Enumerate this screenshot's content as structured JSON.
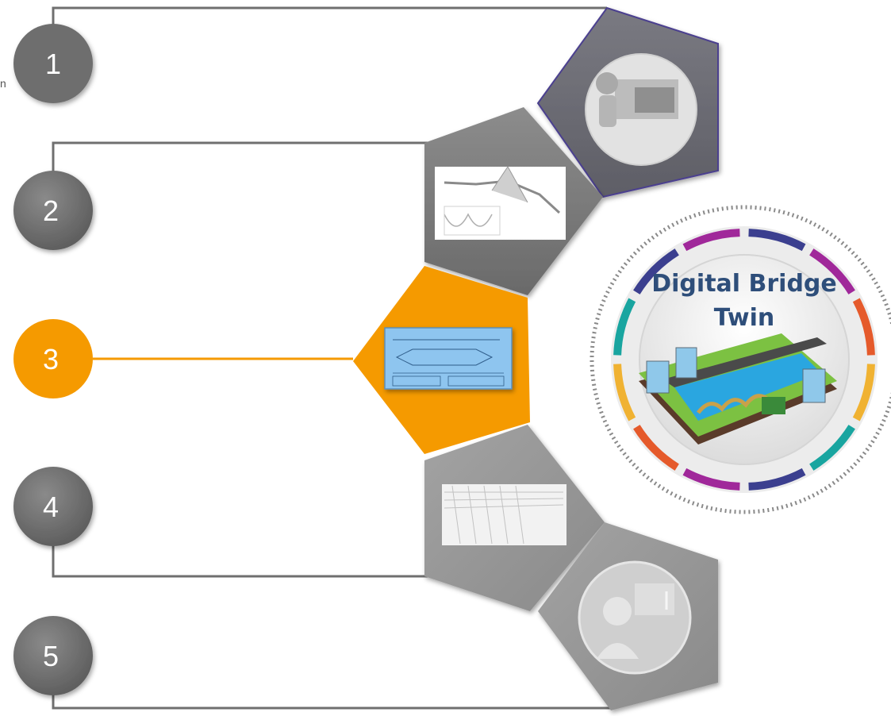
{
  "steps": [
    {
      "number": "1",
      "color": "#6e6e6e",
      "thumbnail": "engineers-at-workstation"
    },
    {
      "number": "2",
      "color": "#747474",
      "thumbnail": "structural-analysis-plot"
    },
    {
      "number": "3",
      "color": "#f59a00",
      "thumbnail": "blueprint-drawing",
      "active": true
    },
    {
      "number": "4",
      "color": "#7a7a7a",
      "thumbnail": "reinforcement-model"
    },
    {
      "number": "5",
      "color": "#7a7a7a",
      "thumbnail": "inspection-worker"
    }
  ],
  "hub": {
    "title_line1": "Digital Bridge",
    "title_line2": "Twin",
    "ring_colors": [
      "#3b3f8f",
      "#a0289a",
      "#e55a2b",
      "#f0b232",
      "#19a5a0"
    ]
  },
  "clipped_text": "n",
  "colors": {
    "active": "#f59a00",
    "inactive": "#6f6f6f",
    "connector": "#6f6f6f"
  }
}
